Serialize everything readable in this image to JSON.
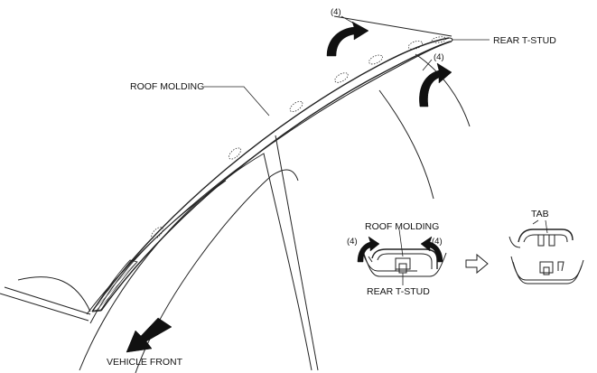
{
  "labels": {
    "rear_t_stud_main": "REAR T-STUD",
    "roof_molding_main": "ROOF MOLDING",
    "vehicle_front": "VEHICLE FRONT",
    "step_count_top_left": "(4)",
    "step_count_top_right": "(4)",
    "detail_roof_molding": "ROOF MOLDING",
    "detail_rear_t_stud": "REAR T-STUD",
    "detail_step_left": "(4)",
    "detail_step_right": "(4)",
    "detail_tab": "TAB"
  }
}
